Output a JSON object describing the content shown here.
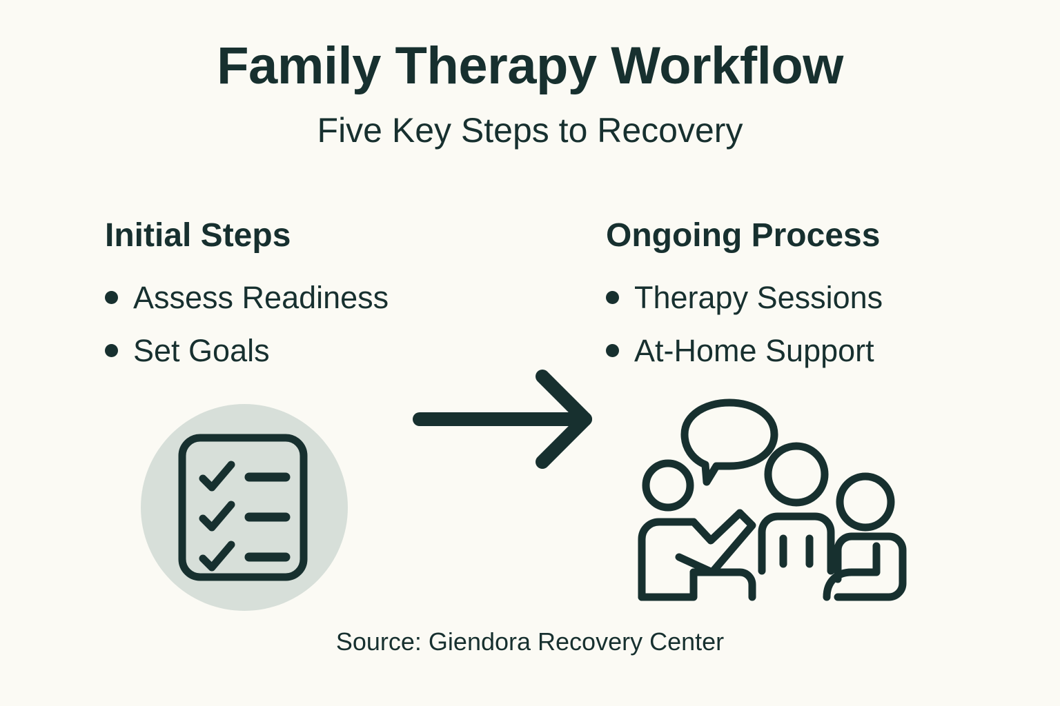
{
  "header": {
    "title": "Family Therapy Workflow",
    "subtitle": "Five Key Steps to Recovery"
  },
  "columns": [
    {
      "heading": "Initial Steps",
      "bullets": [
        "Assess Readiness",
        "Set Goals"
      ]
    },
    {
      "heading": "Ongoing Process",
      "bullets": [
        "Therapy Sessions",
        "At-Home Support"
      ]
    }
  ],
  "graphics": {
    "checklist_icon": "checklist-clipboard-icon",
    "arrow_icon": "right-arrow-icon",
    "group_icon": "group-conversation-icon"
  },
  "source": "Source: Giendora Recovery Center",
  "colors": {
    "background": "#FBFAF4",
    "ink": "#17302F",
    "circle_fill": "#D7DFD9"
  }
}
